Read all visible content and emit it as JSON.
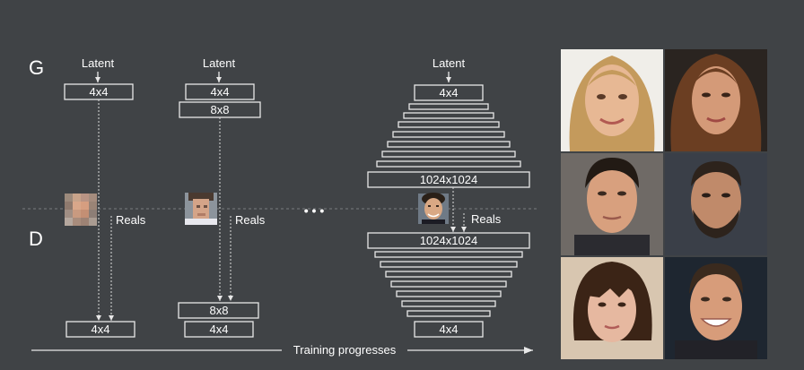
{
  "labels": {
    "generator": "G",
    "discriminator": "D",
    "latent": "Latent",
    "reals": "Reals",
    "ellipsis": "• • •",
    "training": "Training progresses"
  },
  "stage1": {
    "g_boxes": [
      "4x4"
    ],
    "d_boxes": [
      "4x4"
    ]
  },
  "stage2": {
    "g_boxes": [
      "4x4",
      "8x8"
    ],
    "d_boxes": [
      "8x8",
      "4x4"
    ]
  },
  "stage3": {
    "g_top": "4x4",
    "g_bottom": "1024x1024",
    "d_top": "1024x1024",
    "d_bottom": "4x4"
  },
  "colors": {
    "background": "#404346",
    "lines": "#e8e8e8"
  },
  "faces": [
    {
      "name": "face-blonde-woman",
      "skin": "#e7b894",
      "hair": "#c49a5c",
      "bg": "#f0eee9"
    },
    {
      "name": "face-brunette-woman",
      "skin": "#d49a78",
      "hair": "#6b3e22",
      "bg": "#2a2420"
    },
    {
      "name": "face-dark-hair-man",
      "skin": "#d8a07e",
      "hair": "#221a14",
      "bg": "#6f6a66"
    },
    {
      "name": "face-bearded-man",
      "skin": "#c08a6a",
      "hair": "#2d231c",
      "bg": "#3a3f48"
    },
    {
      "name": "face-bangs-woman",
      "skin": "#e6b8a0",
      "hair": "#3b2416",
      "bg": "#d8c6b0"
    },
    {
      "name": "face-smiling-man",
      "skin": "#d79c7a",
      "hair": "#3a2a1e",
      "bg": "#1e2630"
    }
  ]
}
